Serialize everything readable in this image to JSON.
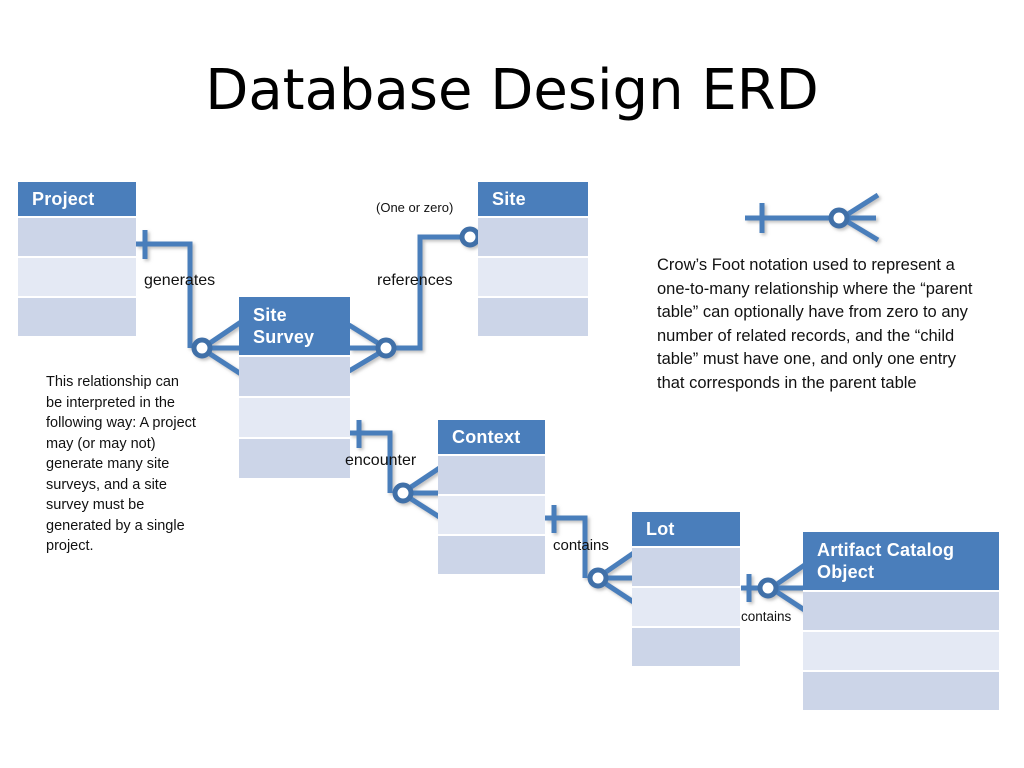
{
  "title": "Database Design ERD",
  "colors": {
    "header_blue": "#4a7ebb",
    "row_dark": "#ccd5e8",
    "row_light": "#e4e9f4",
    "connector": "#4a7ebb",
    "text": "#111111",
    "background": "#ffffff"
  },
  "entities": [
    {
      "id": "project",
      "name": "Project",
      "rows": 3
    },
    {
      "id": "site",
      "name": "Site",
      "rows": 3
    },
    {
      "id": "site_survey",
      "name": "Site\nSurvey",
      "name_line1": "Site",
      "name_line2": "Survey",
      "rows": 3
    },
    {
      "id": "context",
      "name": "Context",
      "rows": 3
    },
    {
      "id": "lot",
      "name": "Lot",
      "rows": 3
    },
    {
      "id": "artifact",
      "name": "Artifact Catalog\nObject",
      "name_line1": "Artifact Catalog",
      "name_line2": "Object",
      "rows": 3
    }
  ],
  "relationships": [
    {
      "id": "generates",
      "label": "generates",
      "from": "project",
      "to": "site_survey"
    },
    {
      "id": "references",
      "label": "references",
      "from": "site_survey",
      "to": "site"
    },
    {
      "id": "encounter",
      "label": "encounter",
      "from": "site_survey",
      "to": "context"
    },
    {
      "id": "contains_lot",
      "label": "contains",
      "from": "context",
      "to": "lot"
    },
    {
      "id": "contains_artifact",
      "label": "contains",
      "from": "lot",
      "to": "artifact"
    }
  ],
  "annotations": {
    "one_or_zero": "(One or zero)",
    "left_note": "This relationship can be interpreted in the following way: A project may (or may not) generate many site surveys, and a site survey must be generated by a single project.",
    "legend_note": "Crow’s Foot notation used to represent a one-to-many relationship where the “parent table” can optionally have from zero to any number of related records, and the “child table” must have one, and only one entry that corresponds in the parent table"
  }
}
